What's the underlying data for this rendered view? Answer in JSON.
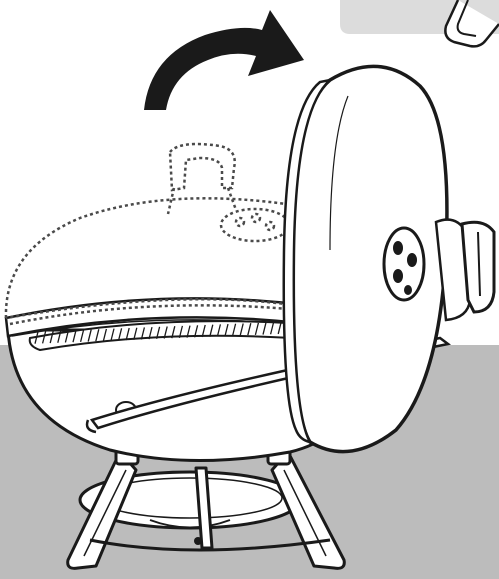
{
  "figure": {
    "kind": "assembly-instruction-illustration",
    "subject": "kettle-grill",
    "step": "hang-lid-on-bowl-side",
    "icons": [
      "curved-arrow-icon",
      "lid-handle-icon",
      "vent-damper-icon",
      "ghost-lid-icon"
    ]
  },
  "colors": {
    "background": "#ffffff",
    "gray_band": "#bcbcbc",
    "gray_panel": "#dcdcdc",
    "ink": "#1a1a1a",
    "ghost_outline": "#4a4a4a",
    "body_fill": "#ffffff"
  },
  "text": {}
}
